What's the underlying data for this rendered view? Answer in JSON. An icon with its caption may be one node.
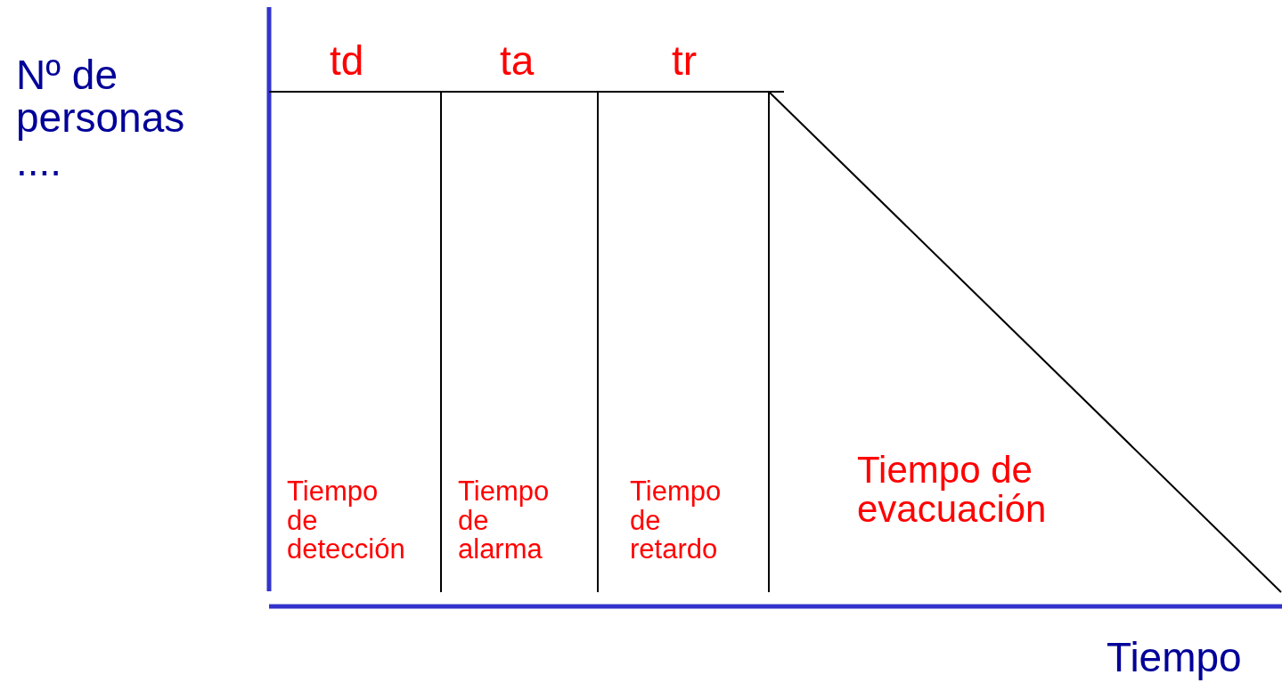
{
  "diagram": {
    "labels": [
      "Nº de personas ....",
      "td",
      "ta",
      "tr",
      "Tiempo de detección",
      "Tiempo de alarma",
      "Tiempo de retardo",
      "Tiempo de evacuación",
      "Tiempo"
    ]
  }
}
